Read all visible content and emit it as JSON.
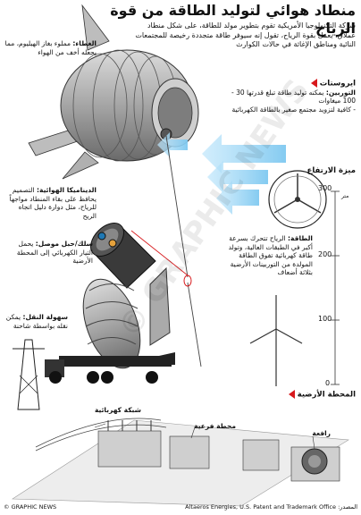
{
  "title": "منطاد هوائي لتوليد الطاقة من قوة الرياح",
  "intro": "شركة التكنولوجيا الأمريكية تقوم بتطوير مولد للطاقة، على شكل منطاد عملاق، يعمل بقوة الرياح، تقول إنه سيوفر طاقة متجددة رخيصة للمجتمعات النائية ومناطق الإغاثة في حالات الكوارث",
  "rotors": {
    "heading": "ايروستات",
    "turbine_label": "التوربين:",
    "turbine_text": "يمكنه توليد طاقة تبلغ قدرتها 30 - 100 ميغاوات",
    "bullet": "- كافية لتزويد مجتمع صغير بالطاقة الكهربائية"
  },
  "helium": {
    "label": "الغطاء:",
    "text": "مملوء بغاز الهيليوم، مما يجعله أخف من الهواء"
  },
  "aero": {
    "label": "الديناميكا الهوائية:",
    "text": "التصميم يحافظ على بقاء المنطاد مواجهاً للرياح، مثل دوارة دليل اتجاه الريح"
  },
  "tether": {
    "label": "سلك/حبل موصل:",
    "text": "يحمل التيار الكهربائي إلى المحطة الأرضية"
  },
  "transport": {
    "label": "سهولة النقل:",
    "text": "يمكن نقله بواسطة شاحنة"
  },
  "altitude": {
    "heading": "ميزة الارتفاع",
    "unit": "متر",
    "ticks": [
      "300",
      "200",
      "100",
      "0"
    ]
  },
  "power": {
    "label": "الطاقة:",
    "text": "الرياح تتحرك بسرعة أكبر في الطبقات العالية، وتولد طاقة كهربائية تفوق الطاقة المولدة من التوربينات الأرضية بثلاثة أضعاف"
  },
  "ground": {
    "heading": "المحطة الأرضية",
    "grid": "شبكة كهربائية",
    "substation": "محطة فرعية",
    "winch": "رافعة"
  },
  "footer": {
    "credit": "© GRAPHIC NEWS",
    "source_label": "المصدر:",
    "source": "Altaeros Energies, U.S. Patent and Trademark Office"
  },
  "watermark": "© GRAPHIC NEWS",
  "colors": {
    "accent_red": "#d7191c",
    "wind_blue": "#7ec8f0",
    "grey": "#9a9a9a"
  }
}
